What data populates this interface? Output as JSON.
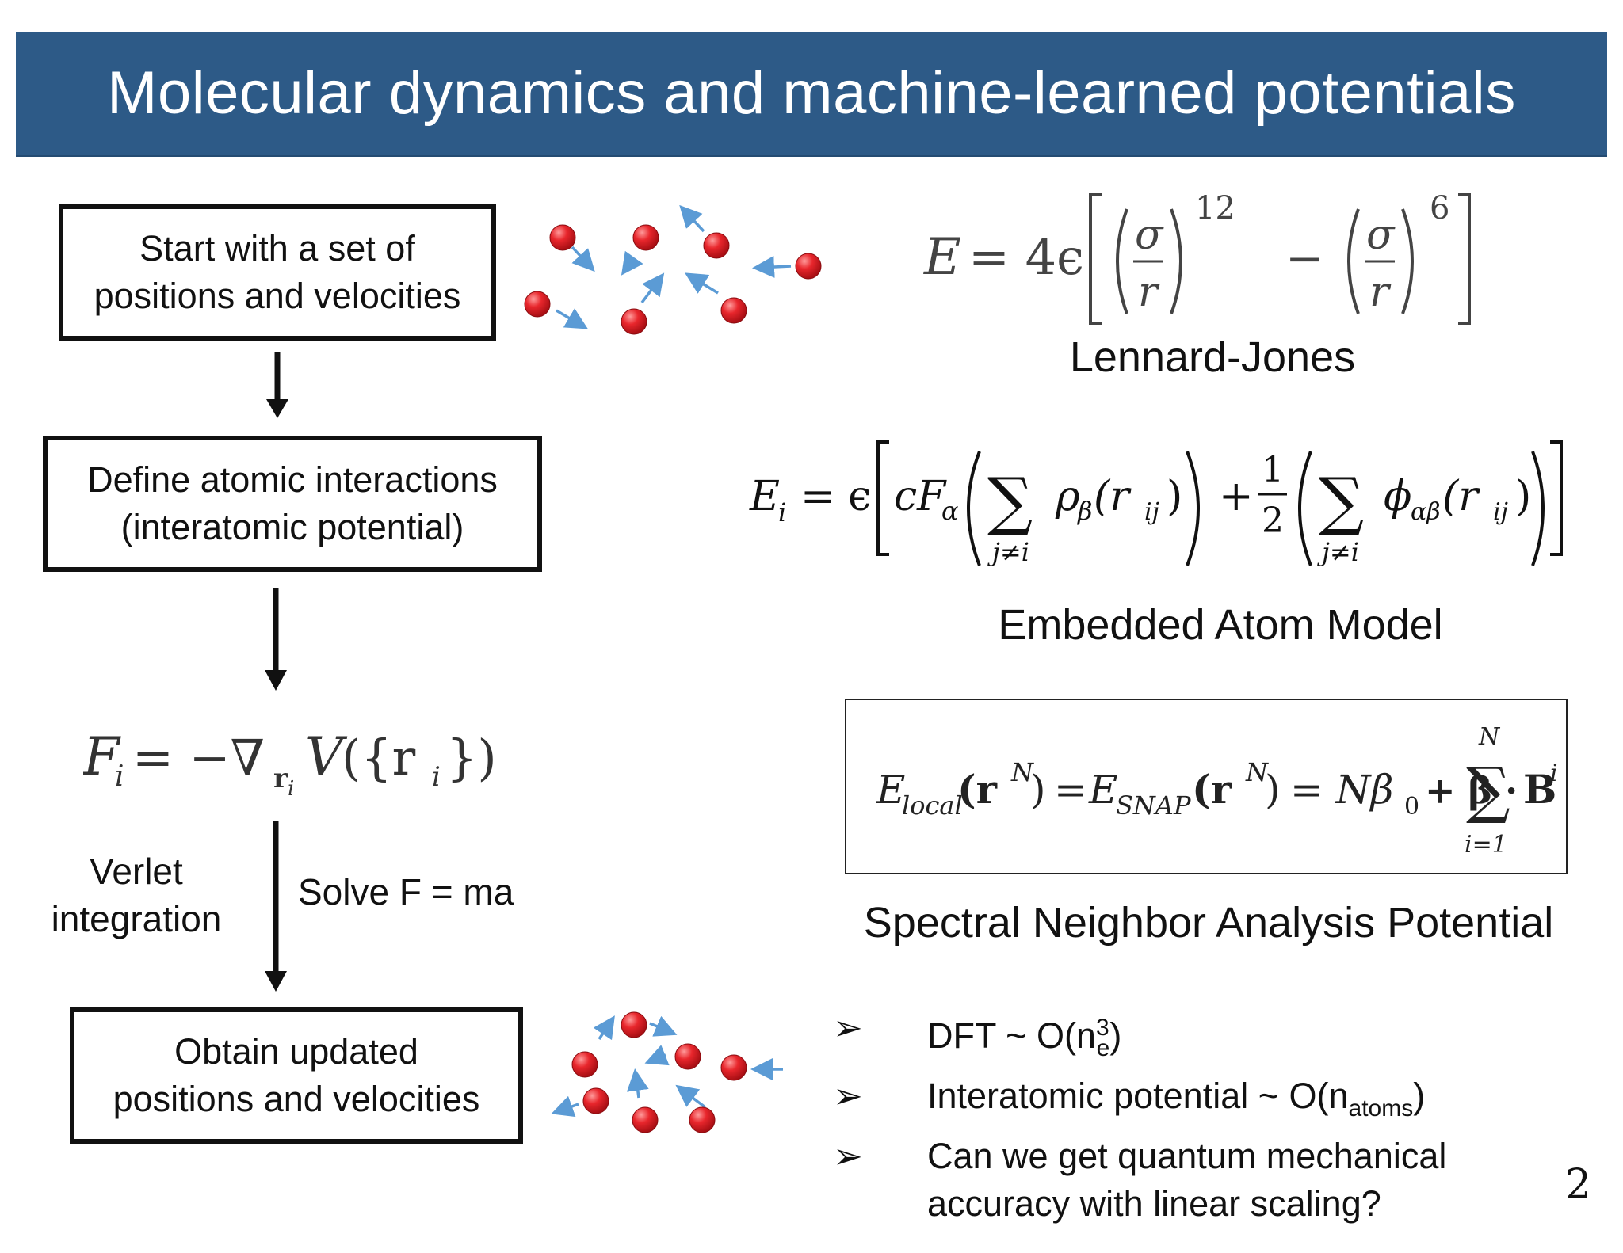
{
  "header": {
    "title": "Molecular dynamics and machine-learned potentials"
  },
  "flow": {
    "box1": {
      "line1": "Start with a set of",
      "line2": "positions and velocities"
    },
    "box2": {
      "line1": "Define atomic interactions",
      "line2": "(interatomic potential)"
    },
    "box3": {
      "line1": "Obtain updated",
      "line2": "positions and velocities"
    },
    "force_eq": {
      "lhs": "F",
      "sub": "i",
      "eq": " = −∇",
      "grad_sub": "r",
      "grad_subsub": "i",
      "v": "V",
      "args": "({r",
      "args_sub": "i",
      "args_end": "})"
    },
    "verlet": {
      "line1": "Verlet",
      "line2": "integration"
    },
    "solve": "Solve F = ma"
  },
  "potentials": {
    "lj": {
      "caption": "Lennard-Jones",
      "E": "E",
      "eq": "= 4ϵ",
      "sigma": "σ",
      "r": "r",
      "exp1": "12",
      "exp2": "6",
      "minus": "−"
    },
    "eam": {
      "caption": "Embedded Atom Model",
      "Ei": "E",
      "Ei_sub": "i",
      "eq": "= ϵ",
      "cF": "cF",
      "alpha": "α",
      "sum1_sub": "j≠i",
      "rho": "ρ",
      "beta": "β",
      "rij": "(r",
      "rij_sub": "ij",
      "rij_end": ")",
      "plus": "+",
      "half_num": "1",
      "half_den": "2",
      "sum2_sub": "j≠i",
      "phi": "ϕ",
      "phi_sub": "αβ"
    },
    "snap": {
      "caption": "Spectral Neighbor Analysis Potential",
      "elocal": "E",
      "elocal_sub": "local",
      "rN": "(r",
      "rN_sup": "N",
      "rN_end": ")",
      "eq1": "=",
      "esnap": "E",
      "esnap_sub": "SNAP",
      "eq2": "= Nβ",
      "beta0_sub": "0",
      "plus": "+ β ·",
      "sum_top": "N",
      "sum_bottom": "i=1",
      "B": "B",
      "B_sup": "i"
    }
  },
  "bullets": {
    "mark": "➢",
    "b1": {
      "pre": "DFT ~ O(n",
      "sup": "3",
      "sub": "e",
      "post": ")"
    },
    "b2": {
      "pre": "Interatomic potential ~ O(n",
      "sub": "atoms",
      "post": ")"
    },
    "b3": {
      "line1": "Can we get quantum mechanical",
      "line2": "accuracy with linear scaling?"
    }
  },
  "page": {
    "number": "2"
  },
  "colors": {
    "banner": "#2d5a87",
    "atom": "#e8262c",
    "velocity_arrow": "#5b9bd5"
  }
}
